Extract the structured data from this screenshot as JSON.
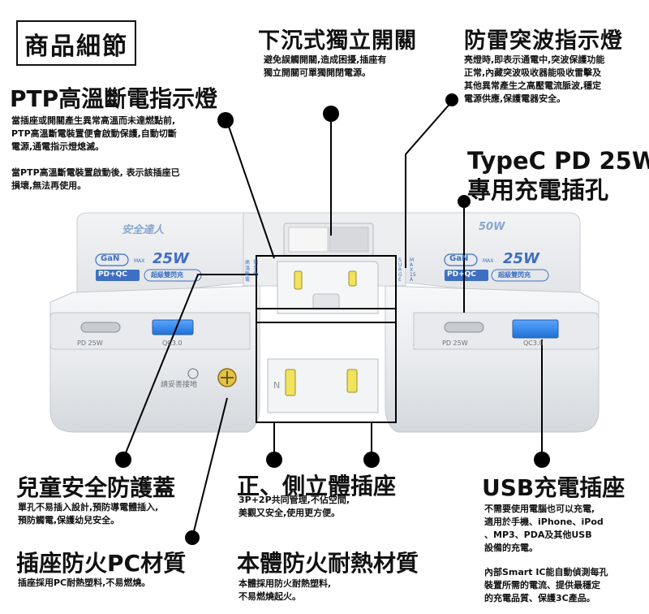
{
  "page_title": "商品細節",
  "features": {
    "switch": {
      "title": "下沉式獨立開關",
      "desc": [
        "避免誤觸開關,造成困擾,插座有",
        "獨立開關可單獨開閉電源。"
      ]
    },
    "surge": {
      "title": "防雷突波指示燈",
      "desc": [
        "亮燈時,即表示通電中,突波保護功能",
        "正常,內藏突波吸收器能吸收雷擊及",
        "其他異常產生之高壓電流脈波,穩定",
        "電源供應,保護電器安全。"
      ]
    },
    "ptp": {
      "title": "PTP高溫斷電指示燈",
      "desc": [
        "當插座或開關產生異常高溫而未達燃點前,",
        "PTP高溫斷電裝置便會啟動保護,自動切斷",
        "電源,通電指示燈熄滅。"
      ],
      "desc2": [
        "當PTP高溫斷電裝置啟動後, 表示該插座已",
        "損壞,無法再使用。"
      ]
    },
    "typec": {
      "title_line1": "TypeC PD 25W",
      "title_line2": "專用充電插孔"
    },
    "child": {
      "title": "兒童安全防護蓋",
      "desc": [
        "單孔不易插入設計,預防導電體插入,",
        "預防觸電,保護幼兒安全。"
      ]
    },
    "socket": {
      "title": "正、側立體插座",
      "desc": [
        "3P+2P共同管理,不佔空間,",
        "美觀又安全,使用更方便。"
      ]
    },
    "usb": {
      "title": "USB充電插座",
      "desc": [
        "不需要使用電腦也可以充電,",
        "適用於手機、iPhone、iPod",
        "、MP3、PDA及其他USB",
        "設備的充電。"
      ],
      "desc2": [
        "內部Smart IC能自動偵測每孔",
        "裝置所需的電流、提供最穩定",
        "的充電品質、保護3C產品。"
      ]
    },
    "pc": {
      "title": "插座防火PC材質",
      "desc": [
        "插座採用PC耐熱塑料,不易燃燒。"
      ]
    },
    "body": {
      "title": "本體防火耐熱材質",
      "desc": [
        "本體採用防火耐熱塑料,",
        "不易燃燒起火。"
      ]
    }
  },
  "product": {
    "brand": "安全達人",
    "gan_left": "GaN",
    "max_left": "MAX",
    "watt_left": "25W",
    "pdqc_left": "PD+QC",
    "fast_left": "超級雙閃充",
    "badge_50w": "50W",
    "gan_right": "GaN",
    "max_right": "MAX",
    "watt_right": "25W",
    "pdqc_right": "PD+QC",
    "fast_right": "超級雙閃充",
    "port_pd_left": "PD 25W",
    "port_qc_left": "QC3.0",
    "port_pd_right": "PD 25W",
    "port_qc_right": "QC3.0",
    "ground_label": "請妥善接地",
    "surge_label": "SURGE",
    "max15a_label": "MAX 15A",
    "ptp_label_left": "高溫斷電",
    "ptp_label_right": "指示燈",
    "n_mark": "N"
  }
}
